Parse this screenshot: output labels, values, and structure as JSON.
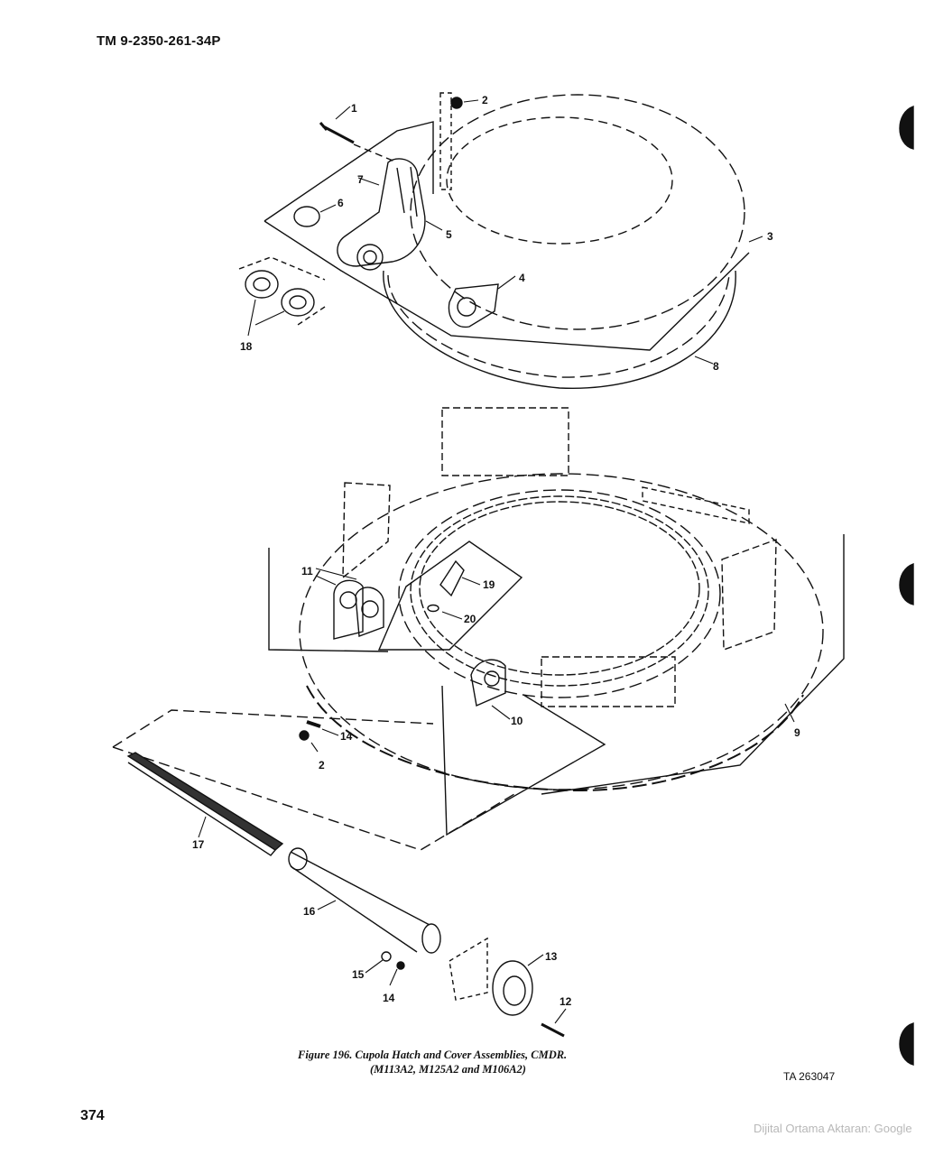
{
  "header": {
    "doc_id": "TM 9-2350-261-34P"
  },
  "figure": {
    "caption_line1": "Figure 196.  Cupola Hatch and Cover Assemblies, CMDR.",
    "caption_line2": "(M113A2, M125A2 and M106A2)",
    "ta_number": "TA 263047",
    "callouts": [
      "1",
      "2",
      "3",
      "4",
      "5",
      "6",
      "7",
      "8",
      "18",
      "19",
      "20",
      "11",
      "10",
      "9",
      "14",
      "2",
      "17",
      "16",
      "13",
      "12",
      "15",
      "14"
    ]
  },
  "footer": {
    "page_number": "374",
    "watermark": "Dijital Ortama Aktaran: Google"
  }
}
